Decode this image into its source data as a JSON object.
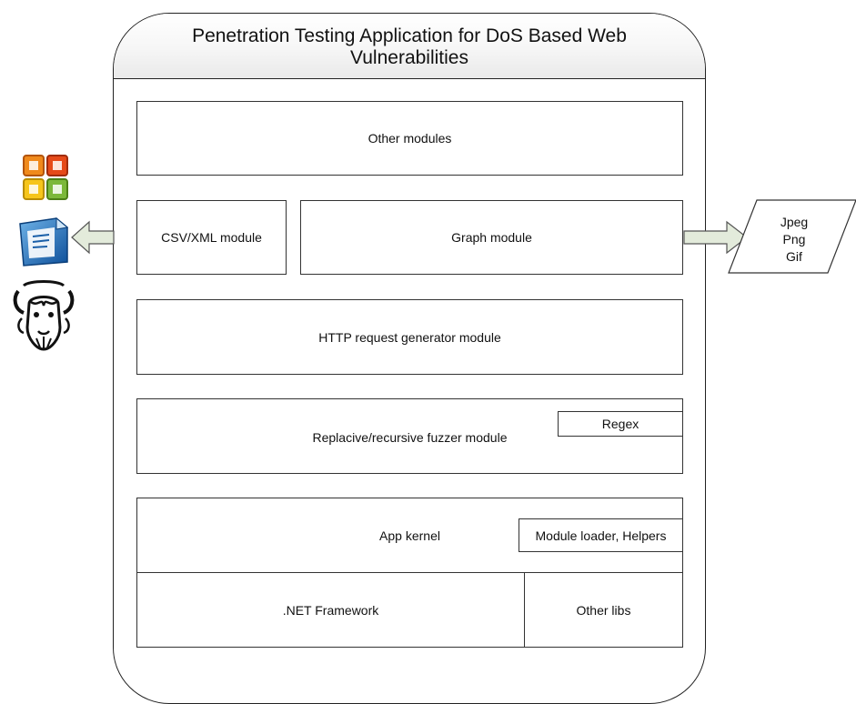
{
  "title": "Penetration Testing Application for DoS Based Web\nVulnerabilities",
  "modules": {
    "other_modules": "Other modules",
    "csv_xml": "CSV/XML module",
    "graph": "Graph module",
    "http_generator": "HTTP request generator module",
    "fuzzer": "Replacive/recursive fuzzer module",
    "regex": "Regex",
    "app_kernel": "App kernel",
    "module_loader": "Module loader, Helpers",
    "dotnet": ".NET Framework",
    "other_libs": "Other libs"
  },
  "output_formats": [
    "Jpeg",
    "Png",
    "Gif"
  ],
  "export_icons": [
    "microsoft-office-icon",
    "openoffice-icon",
    "gnu-icon"
  ]
}
